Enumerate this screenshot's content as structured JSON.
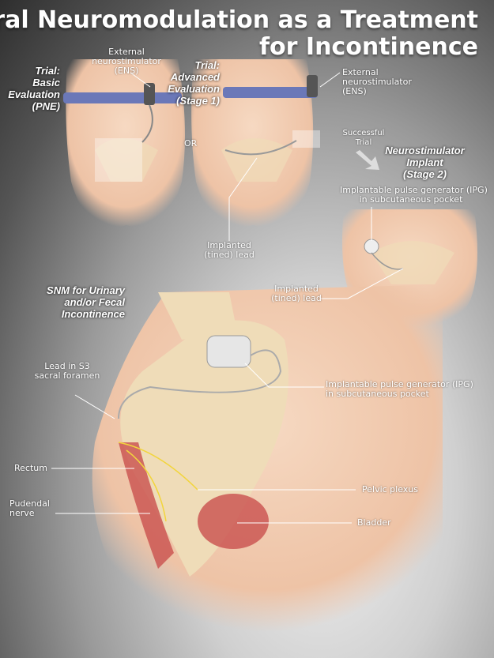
{
  "title": {
    "line1": "Sacral Neuromodulation as a Treatment",
    "line2": "for Incontinence"
  },
  "panels": {
    "pne": {
      "heading": [
        "Trial:",
        "Basic",
        "Evaluation",
        "(PNE)"
      ],
      "ens_label": [
        "External",
        "neurostimulator",
        "(ENS)"
      ]
    },
    "or_label": "OR",
    "stage1": {
      "heading": [
        "Trial:",
        "Advanced",
        "Evaluation",
        "(Stage 1)"
      ],
      "ens_label": [
        "External",
        "neurostimulator",
        "(ENS)"
      ],
      "lead_label": [
        "Implanted",
        "(tined) lead"
      ]
    },
    "arrow_label": [
      "Successful",
      "Trial"
    ],
    "stage2": {
      "heading": [
        "Neurostimulator",
        "Implant",
        "(Stage 2)"
      ],
      "ipg_label": [
        "Implantable pulse generator (IPG)",
        "in subcutaneous pocket"
      ],
      "lead_label": [
        "Implanted",
        "(tined) lead"
      ]
    },
    "sagittal": {
      "heading": [
        "SNM for Urinary",
        "and/or Fecal",
        "Incontinence"
      ],
      "labels": {
        "lead": [
          "Lead in S3",
          "sacral foramen"
        ],
        "ipg": [
          "Implantable pulse generator (IPG)",
          "in subcutaneous pocket"
        ],
        "rectum": "Rectum",
        "pudendal": [
          "Pudendal",
          "nerve"
        ],
        "pelvic_plexus": "Pelvic plexus",
        "bladder": "Bladder"
      }
    }
  },
  "colors": {
    "skin": "#f3cfb4",
    "bone": "#efdcb8",
    "belt": "#6b78b8",
    "muscle": "#c9504e",
    "nerve": "#f2d53c"
  }
}
